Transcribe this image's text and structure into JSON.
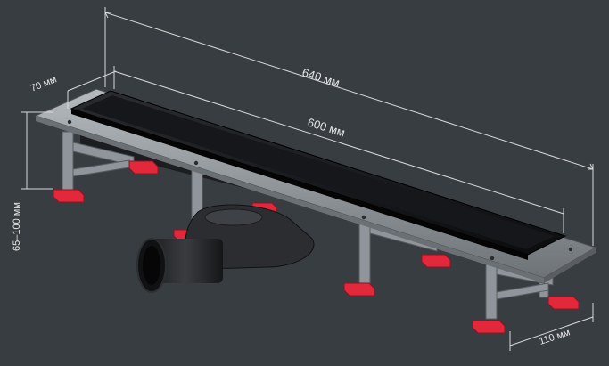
{
  "dimensions": {
    "overall_length": "640 мм",
    "grate_length": "600 мм",
    "grate_width": "70 мм",
    "height_range": "65–100 мм",
    "foot_spacing": "110 мм"
  },
  "colors": {
    "background": "#383d42",
    "frame": "#9aa0a6",
    "grate": "#111214",
    "foot": "#e2283a",
    "dimension_line": "#d9d9d9"
  }
}
